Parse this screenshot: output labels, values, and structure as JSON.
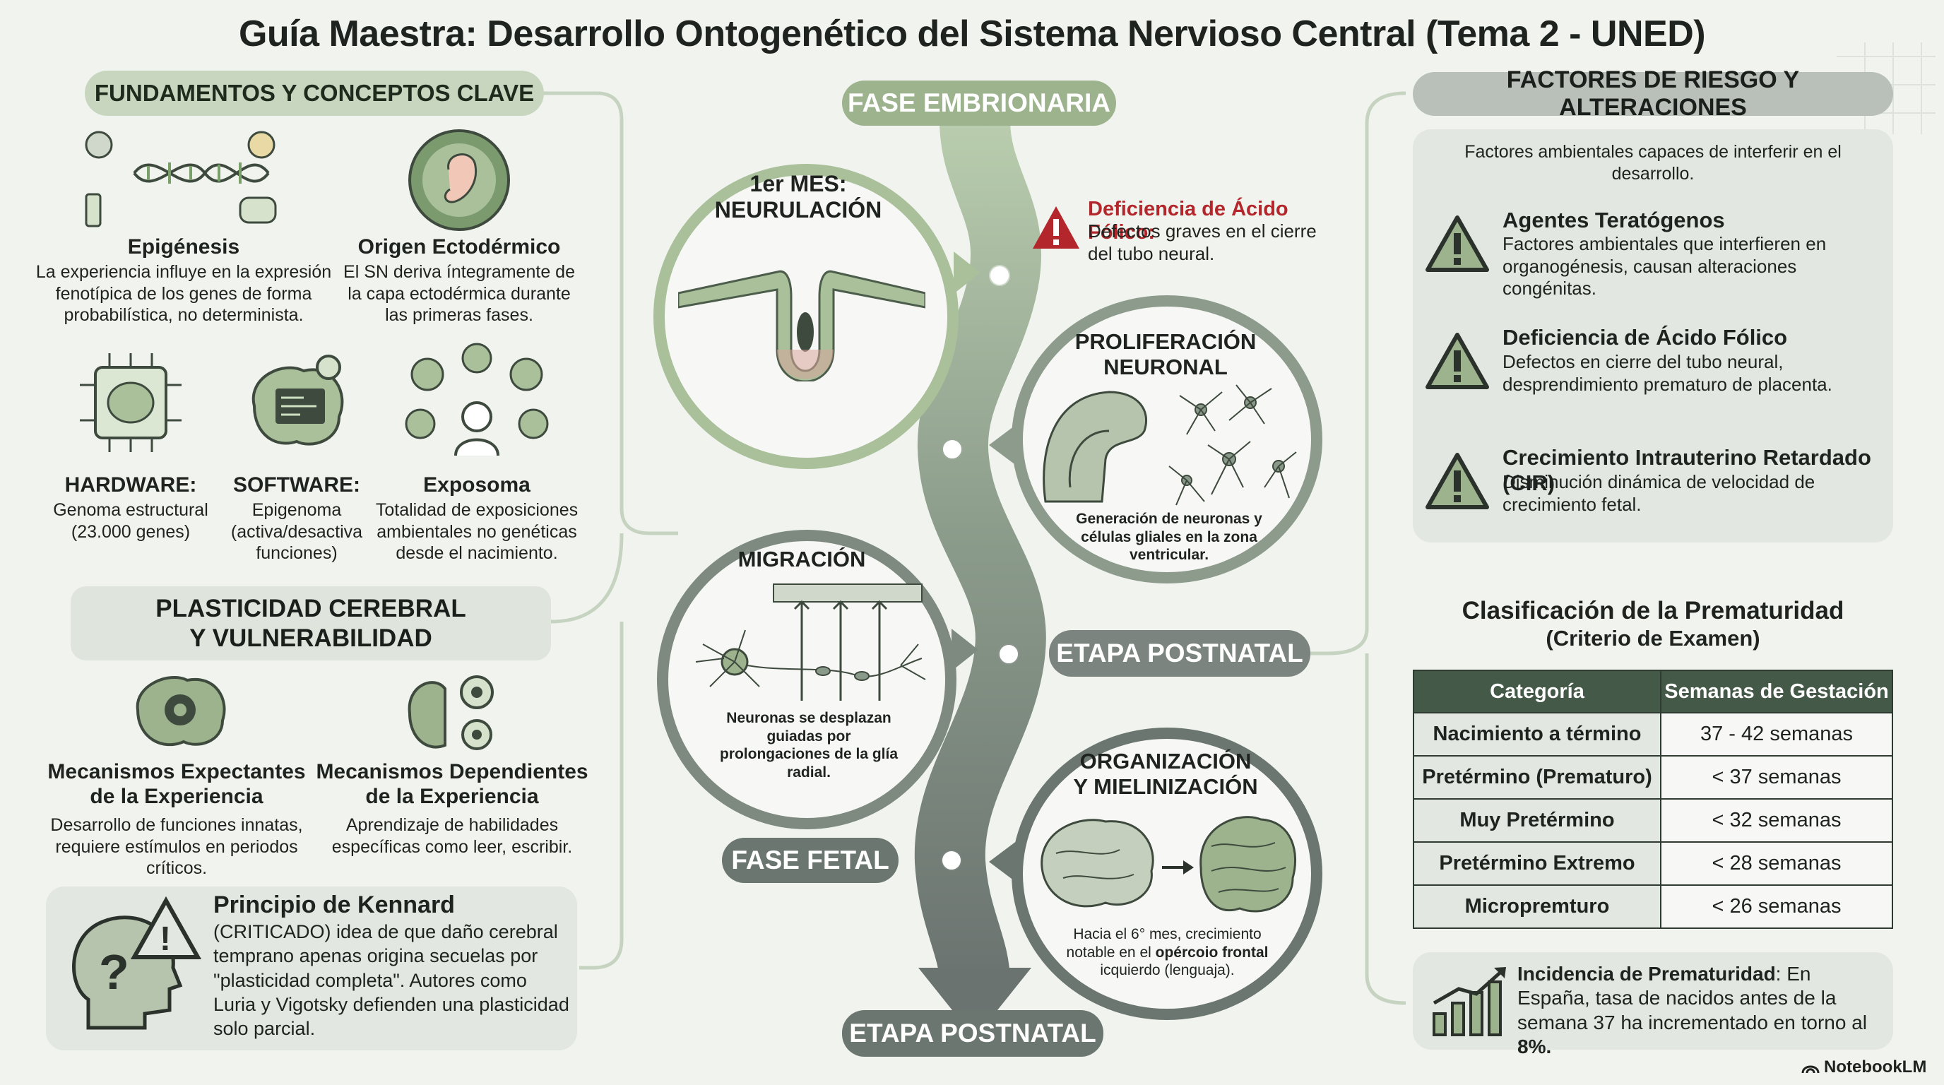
{
  "title": "Guía Maestra: Desarrollo Ontogenético del Sistema Nervioso Central (Tema 2 - UNED)",
  "left": {
    "fundamentos_title": "FUNDAMENTOS Y CONCEPTOS CLAVE",
    "epigenesis": {
      "title": "Epigénesis",
      "text": "La experiencia influye en la expresión fenotípica de los genes de forma probabilística, no determinista."
    },
    "origen": {
      "title": "Origen Ectodérmico",
      "text": "El SN deriva íntegramente de la capa ectodérmica durante las primeras fases."
    },
    "hardware": {
      "title": "HARDWARE:",
      "text": "Genoma estructural (23.000 genes)"
    },
    "software": {
      "title": "SOFTWARE:",
      "text": "Epigenoma (activa/desactiva funciones)"
    },
    "exposoma": {
      "title": "Exposoma",
      "text": "Totalidad de exposiciones ambientales no genéticas desde el nacimiento."
    },
    "plasticidad_title_1": "PLASTICIDAD CEREBRAL",
    "plasticidad_title_2": "Y VULNERABILIDAD",
    "expectantes": {
      "title_1": "Mecanismos Expectantes",
      "title_2": "de la Experiencia",
      "text": "Desarrollo de funciones innatas, requiere estímulos en periodos críticos."
    },
    "dependientes": {
      "title_1": "Mecanismos Dependientes",
      "title_2": "de la Experiencia",
      "text": "Aprendizaje de habilidades específicas como leer, escribir."
    },
    "kennard": {
      "title": "Principio de Kennard",
      "text": "(CRITICADO) idea de que daño cerebral temprano apenas origina secuelas por \"plasticidad completa\". Autores como Luria y Vigotsky defienden una plasticidad solo parcial."
    }
  },
  "center": {
    "fase_embrionaria": "FASE EMBRIONARIA",
    "neurulacion_1": "1er MES:",
    "neurulacion_2": "NEURULACIÓN",
    "folico_title": "Deficiencia de Ácido Fólico:",
    "folico_text": "Defectos graves en el cierre del tubo neural.",
    "proliferacion_1": "PROLIFERACIÓN",
    "proliferacion_2": "NEURONAL",
    "proliferacion_text": "Generación de neuronas y células gliales en la zona ventricular.",
    "migracion": "MIGRACIÓN",
    "migracion_text": "Neuronas se desplazan guiadas por prolongaciones de la glía radial.",
    "etapa_postnatal_mid": "ETAPA POSTNATAL",
    "organizacion_1": "ORGANIZACIÓN",
    "organizacion_2": "Y MIELINIZACIÓN",
    "organizacion_text_1": "Hacia el 6° mes, crecimiento notable en el ",
    "organizacion_text_bold": "opércoio frontal",
    "organizacion_text_2": " icquierdo (lenguaja).",
    "fase_fetal": "FASE FETAL",
    "etapa_postnatal_bottom": "ETAPA POSTNATAL"
  },
  "right": {
    "riesgo_title": "FACTORES DE RIESGO Y ALTERACIONES",
    "riesgo_intro": "Factores ambientales capaces de interferir en el desarrollo.",
    "risks": [
      {
        "title": "Agentes Teratógenos",
        "text": "Factores ambientales que interfieren en organogénesis, causan alteraciones congénitas."
      },
      {
        "title": "Deficiencia de Ácido Fólico",
        "text": "Defectos en cierre del tubo neural, desprendimiento prematuro de placenta."
      },
      {
        "title": "Crecimiento Intrauterino Retardado (CIR)",
        "text": "Disminución dinámica de velocidad de crecimiento fetal."
      }
    ],
    "clasif_title": "Clasificación de la Prematuridad",
    "clasif_subtitle": "(Criterio de Examen)",
    "table_headers": [
      "Categoría",
      "Semanas de Gestación"
    ],
    "table_rows": [
      [
        "Nacimiento a término",
        "37 - 42 semanas"
      ],
      [
        "Pretérmino (Prematuro)",
        "< 37 semanas"
      ],
      [
        "Muy Pretérmino",
        "< 32 semanas"
      ],
      [
        "Pretérmino Extremo",
        "< 28 semanas"
      ],
      [
        "Micropremturo",
        "< 26 semanas"
      ]
    ],
    "incidencia_title": "Incidencia de Prematuridad",
    "incidencia_text": ": En España, tasa de nacidos antes de la semana 37 ha incrementado en torno al ",
    "incidencia_value": "8%."
  },
  "footer": {
    "brand": "NotebookLM"
  },
  "colors": {
    "green_light": "#c8d6bf",
    "green_mid": "#9cb38d",
    "gray_dark": "#6c7670",
    "table_header": "#445947",
    "alert_red": "#b3262b"
  }
}
